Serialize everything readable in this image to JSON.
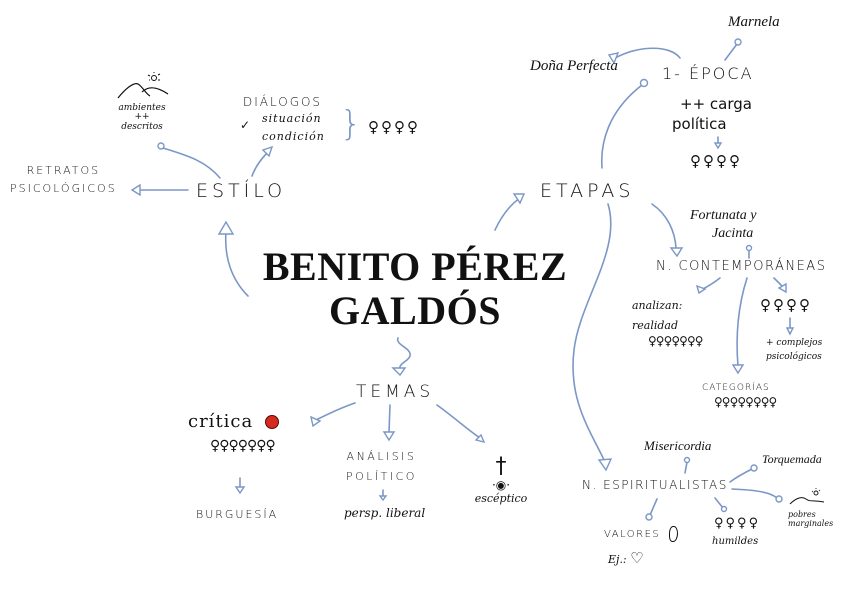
{
  "title": {
    "line1": "BENITO PÉREZ",
    "line2": "GALDÓS"
  },
  "estilo": {
    "label": "ESTÍLO",
    "retratos": {
      "line1": "RETRATOS",
      "line2": "PSICOLÓGICOS"
    },
    "ambientes": {
      "line1": "ambientes",
      "line2": "++",
      "line3": "descritos",
      "icon": "mountain-sun-icon"
    },
    "dialogos": {
      "label": "DIÁLOGOS",
      "check": "✓",
      "item1": "situación",
      "item2": "condición",
      "people": "♀♀♀♀",
      "brace": "}"
    }
  },
  "etapas": {
    "label": "ETAPAS",
    "epoca1": {
      "label": "1- ÉPOCA",
      "note_line1": "++ carga",
      "note_line2": "política",
      "people": "♀♀♀♀",
      "works": [
        "Doña Perfecta",
        "Marnela"
      ]
    },
    "contemporaneas": {
      "label": "N. CONTEMPORÁNEAS",
      "work": {
        "line1": "Fortunata y",
        "line2": "Jacinta"
      },
      "analizan": {
        "line1": "analizan:",
        "line2": "realidad",
        "crowd": "♀♀♀♀♀♀♀"
      },
      "people": "♀♀♀♀",
      "complejos": {
        "line1": "+ complejos",
        "line2": "psicológicos"
      },
      "categorias": {
        "label": "CATEGORÍAS",
        "crowd": "♀♀♀♀♀♀♀♀"
      }
    },
    "espiritualistas": {
      "label": "N. ESPIRITUALISTAS",
      "works": [
        "Misericordia",
        "Torquemada"
      ],
      "valores": {
        "label": "VALORES",
        "icon": "drop-icon",
        "example": "Ej.:",
        "heart": "♡"
      },
      "humildes": {
        "people": "♀♀♀♀",
        "label": "humildes"
      },
      "pobres": {
        "line1": "pobres",
        "line2": "marginales",
        "icon": "mountain-sun-icon"
      }
    }
  },
  "temas": {
    "label": "TEMAS",
    "critica": {
      "label": "crítica",
      "crowd": "♀♀♀♀♀♀♀",
      "target": "BURGUESÍA"
    },
    "analisis": {
      "line1": "ANÁLISIS",
      "line2": "POLÍTICO",
      "target": "persp. liberal"
    },
    "esceptico": {
      "cross": "†",
      "eye": "·◉·",
      "label": "escéptico"
    }
  },
  "colors": {
    "arrow": "#7b97c6",
    "text": "#111111",
    "accent_red": "#d62a1f",
    "background": "#ffffff"
  }
}
